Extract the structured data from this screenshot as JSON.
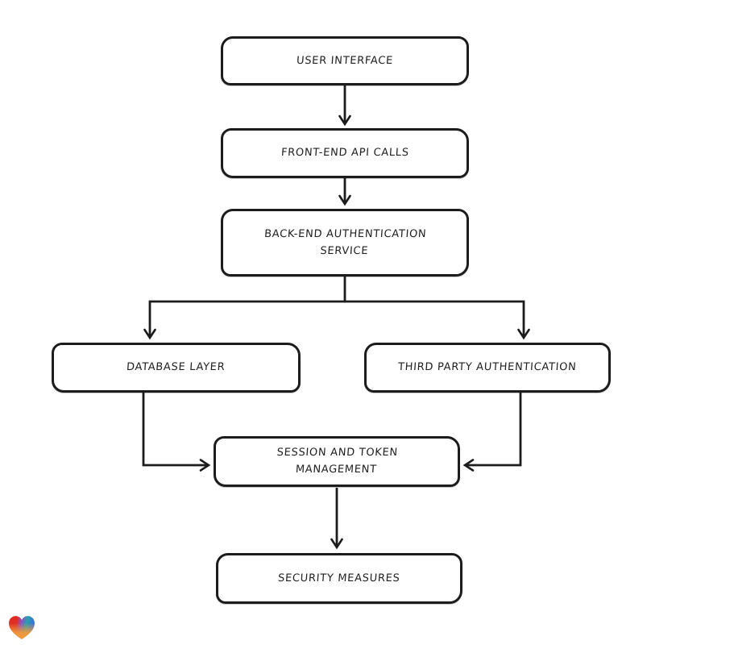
{
  "diagram": {
    "type": "flowchart",
    "background": "#ffffff",
    "stroke_color": "#1c1c1c",
    "node_fill": "#ffffff",
    "nodes": [
      {
        "id": "user-interface",
        "label": "USER INTERFACE"
      },
      {
        "id": "front-end-api-calls",
        "label": "FRONT-END API CALLS"
      },
      {
        "id": "back-end-authentication-service",
        "label": "BACK-END AUTHENTICATION SERVICE"
      },
      {
        "id": "database-layer",
        "label": "DATABASE LAYER"
      },
      {
        "id": "third-party-authentication",
        "label": "THIRD PARTY AUTHENTICATION"
      },
      {
        "id": "session-and-token-management",
        "label": "SESSION AND TOKEN MANAGEMENT"
      },
      {
        "id": "security-measures",
        "label": "SECURITY MEASURES"
      }
    ],
    "edges": [
      {
        "from": "user-interface",
        "to": "front-end-api-calls"
      },
      {
        "from": "front-end-api-calls",
        "to": "back-end-authentication-service"
      },
      {
        "from": "back-end-authentication-service",
        "to": "database-layer"
      },
      {
        "from": "back-end-authentication-service",
        "to": "third-party-authentication"
      },
      {
        "from": "database-layer",
        "to": "session-and-token-management"
      },
      {
        "from": "third-party-authentication",
        "to": "session-and-token-management"
      },
      {
        "from": "session-and-token-management",
        "to": "security-measures"
      }
    ]
  },
  "logo": {
    "name": "heart-logo",
    "colors": {
      "red": "#e02d23",
      "violet": "#8a52c9",
      "teal": "#26a2ab",
      "blue": "#3c6fdf",
      "orange": "#f39b38"
    }
  }
}
